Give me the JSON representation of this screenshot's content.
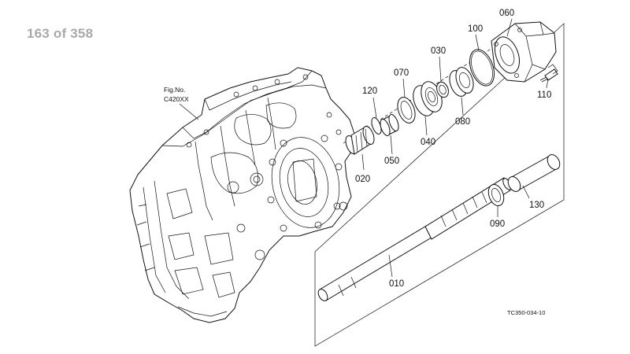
{
  "viewer": {
    "page_indicator": "163 of 358"
  },
  "diagram": {
    "fig_no_label": "Fig.No.",
    "fig_no_value": "C420XX",
    "reference_code": "TC350-034-10",
    "callouts": {
      "p010": "010",
      "p020": "020",
      "p030": "030",
      "p040": "040",
      "p050": "050",
      "p060": "060",
      "p070": "070",
      "p080": "080",
      "p090": "090",
      "p100": "100",
      "p110": "110",
      "p120": "120",
      "p130": "130"
    }
  }
}
